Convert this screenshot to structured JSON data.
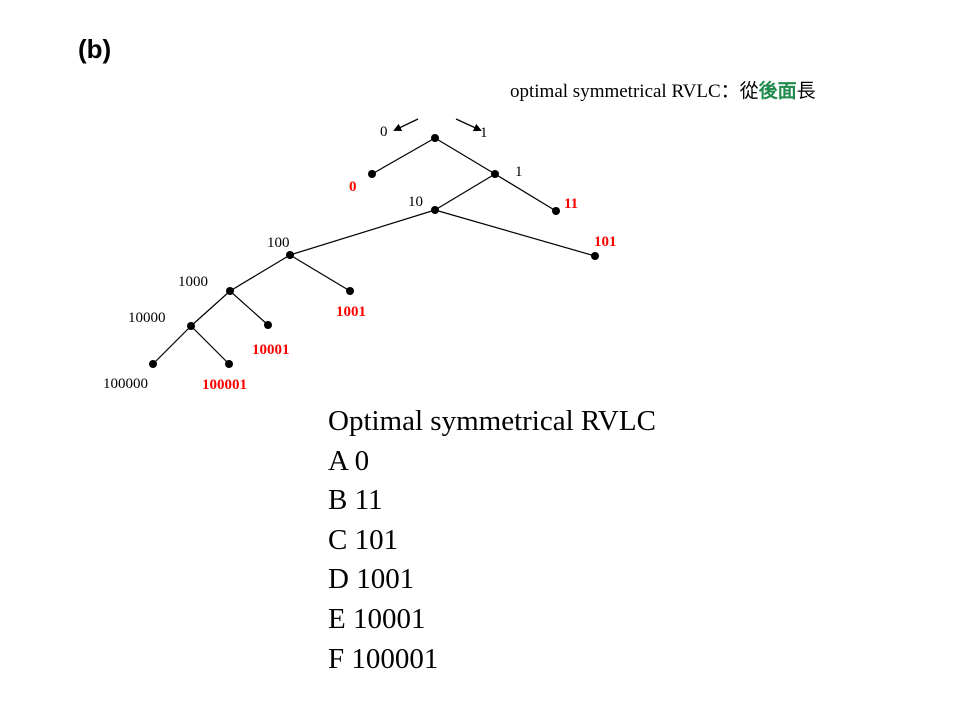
{
  "panel_label": "(b)",
  "caption": {
    "prefix": "optimal symmetrical  RVLC：從",
    "highlight": "後面",
    "suffix": "長"
  },
  "colors": {
    "text": "#000000",
    "codeword": "#ff0000",
    "highlight": "#1e8a4c"
  },
  "tree": {
    "start_labels": {
      "left": "0",
      "right": "1"
    },
    "edge_labels": {
      "right_branch": "1"
    },
    "internal_labels": [
      "10",
      "100",
      "1000",
      "10000",
      "100000"
    ],
    "codewords": [
      "0",
      "11",
      "101",
      "1001",
      "10001",
      "100001"
    ]
  },
  "summary": {
    "title": "Optimal symmetrical RVLC",
    "codes": [
      {
        "symbol": "A",
        "code": "0"
      },
      {
        "symbol": "B",
        "code": "11"
      },
      {
        "symbol": "C",
        "code": "101"
      },
      {
        "symbol": "D",
        "code": "1001"
      },
      {
        "symbol": "E",
        "code": "10001"
      },
      {
        "symbol": "F",
        "code": "100001"
      }
    ]
  }
}
